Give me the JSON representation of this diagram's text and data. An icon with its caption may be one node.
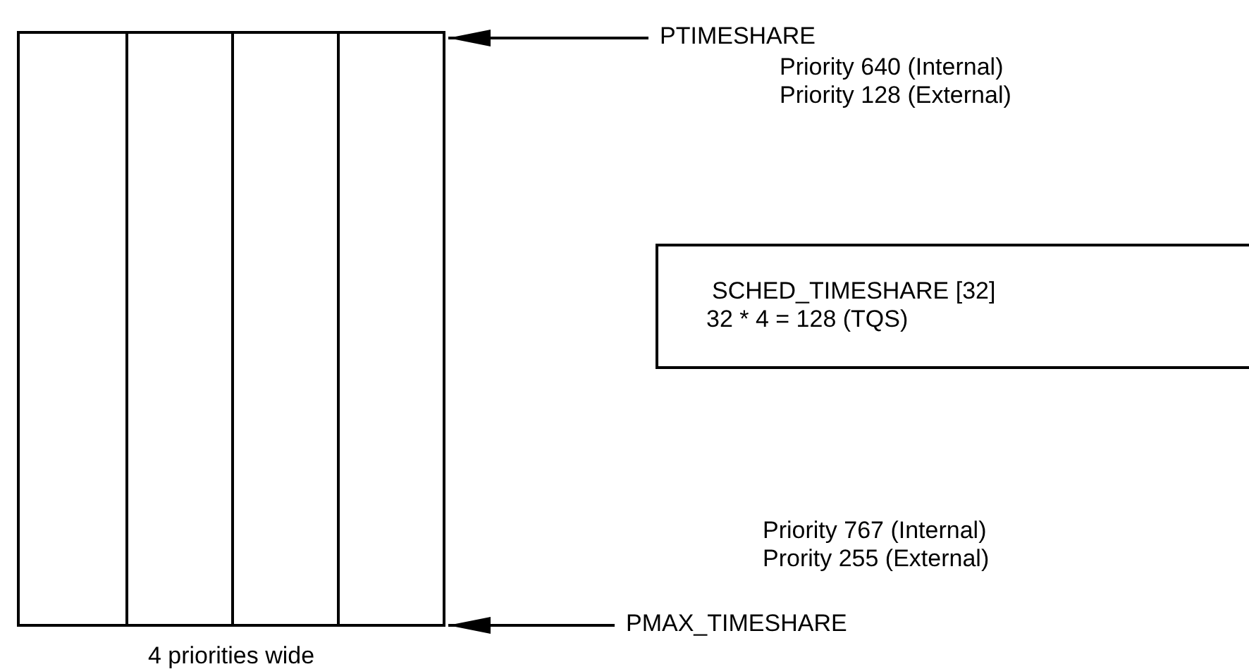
{
  "diagram": {
    "nodes": [
      {
        "text": [],
        "shape": "box",
        "beside": [
          "4 priorities wide"
        ]
      },
      {
        "text": [
          "PTIMESHARE"
        ]
      },
      {
        "text": [
          "SCHED_TIMESHARE [32]",
          "32 * 4 = 128 (TQS)"
        ]
      },
      {
        "text": [
          "PMAX_TIMESHARE"
        ]
      }
    ],
    "edges": [
      {
        "from": 1,
        "to": 0,
        "arrow": "to"
      },
      {
        "from": 3,
        "to": 0,
        "arrow": "to"
      }
    ],
    "labels": [
      "Priority 640 (Internal)",
      "Priority 128 (External)",
      "Priority 767 (Internal)",
      "Prority 255 (External)"
    ]
  }
}
